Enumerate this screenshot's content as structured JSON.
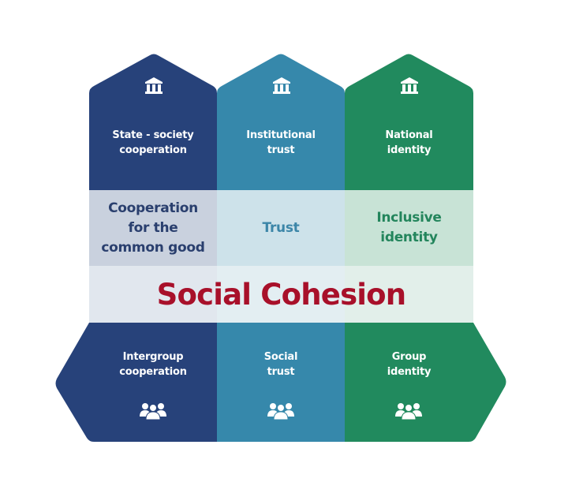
{
  "title": "Social Cohesion",
  "colors": {
    "navy": "#27427a",
    "teal": "#3688ab",
    "green": "#218a5e",
    "navy_light": "#c9d1de",
    "teal_light": "#cde2ea",
    "green_light": "#c8e3d6",
    "band": "#e5eef0",
    "title_red": "#a8102a"
  },
  "columns": [
    {
      "top_icon": "institution-building-icon",
      "top_label_1": "State - society",
      "top_label_2": "cooperation",
      "dimension_1": "Cooperation",
      "dimension_2": "for the",
      "dimension_3": "common good",
      "bottom_label_1": "Intergroup",
      "bottom_label_2": "cooperation",
      "bottom_icon": "group-people-icon"
    },
    {
      "top_icon": "institution-building-icon",
      "top_label_1": "Institutional",
      "top_label_2": "trust",
      "dimension_1": "Trust",
      "bottom_label_1": "Social",
      "bottom_label_2": "trust",
      "bottom_icon": "group-people-icon"
    },
    {
      "top_icon": "institution-building-icon",
      "top_label_1": "National",
      "top_label_2": "identity",
      "dimension_1": "Inclusive",
      "dimension_2": "identity",
      "bottom_label_1": "Group",
      "bottom_label_2": "identity",
      "bottom_icon": "group-people-icon"
    }
  ]
}
